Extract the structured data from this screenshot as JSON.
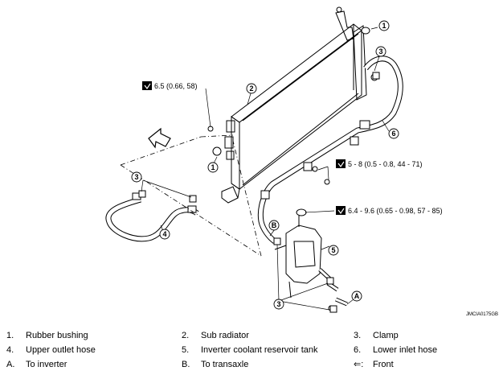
{
  "diagram_code": "JMCIA0175GB",
  "torques": {
    "t1": "6.5 (0.66, 58)",
    "t2": "5 - 8 (0.5 - 0.8, 44 - 71)",
    "t3": "6.4 - 9.6 (0.65 - 0.98, 57 - 85)"
  },
  "callouts": {
    "c1a": "1",
    "c1b": "1",
    "c2": "2",
    "c3a": "3",
    "c3b": "3",
    "c3c": "3",
    "c4": "4",
    "c5": "5",
    "c6": "6",
    "cA": "A",
    "cB": "B"
  },
  "legend": [
    {
      "key": "1.",
      "label": "Rubber bushing"
    },
    {
      "key": "2.",
      "label": "Sub radiator"
    },
    {
      "key": "3.",
      "label": "Clamp"
    },
    {
      "key": "4.",
      "label": "Upper outlet hose"
    },
    {
      "key": "5.",
      "label": "Inverter coolant reservoir tank"
    },
    {
      "key": "6.",
      "label": "Lower inlet hose"
    },
    {
      "key": "A.",
      "label": "To inverter"
    },
    {
      "key": "B.",
      "label": "To transaxle"
    },
    {
      "key": "⇐:",
      "label": "Front"
    }
  ]
}
